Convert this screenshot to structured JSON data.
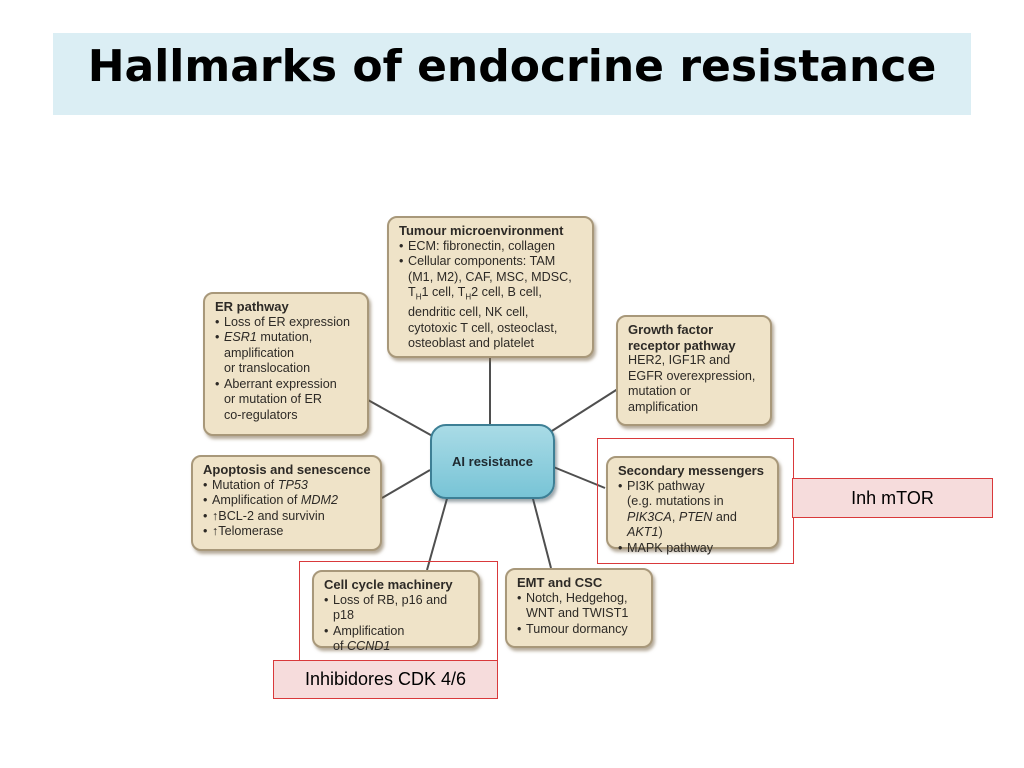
{
  "title": "Hallmarks of endocrine resistance",
  "diagram": {
    "center": "AI resistance",
    "tumour": {
      "title": "Tumour microenvironment",
      "ecm": "ECM: fibronectin, collagen",
      "cell_l1": "Cellular components: TAM",
      "cell_l2": "(M1, M2), CAF, MSC, MDSC,",
      "cell_l3a": "T",
      "cell_l3_sub1": "H",
      "cell_l3b": "1 cell, T",
      "cell_l3_sub2": "H",
      "cell_l3c": "2 cell, B cell,",
      "cell_l4": "dendritic cell, NK cell,",
      "cell_l5": "cytotoxic T cell, osteoclast,",
      "cell_l6": "osteoblast and platelet"
    },
    "er": {
      "title": "ER pathway",
      "b1": "Loss of ER expression",
      "b2_italic": "ESR1",
      "b2_rest": " mutation,",
      "b2_l2": "amplification",
      "b2_l3": "or translocation",
      "b3_l1": "Aberrant expression",
      "b3_l2": "or mutation of ER",
      "b3_l3": "co-regulators"
    },
    "growth": {
      "title_l1": "Growth factor",
      "title_l2": "receptor pathway",
      "l1": "HER2, IGF1R and",
      "l2": "EGFR overexpression,",
      "l3": "mutation or",
      "l4": "amplification"
    },
    "apoptosis": {
      "title": "Apoptosis and senescence",
      "b1_text": "Mutation of ",
      "b1_italic": "TP53",
      "b2_text": "Amplification of ",
      "b2_italic": "MDM2",
      "arrow": "↑",
      "b3": "BCL-2 and survivin",
      "b4": "Telomerase"
    },
    "secondary": {
      "title": "Secondary messengers",
      "b1": "PI3K pathway",
      "b1_l2": "(e.g. mutations in",
      "b1_l3_i1": "PIK3CA",
      "b1_l3_t1": ", ",
      "b1_l3_i2": "PTEN",
      "b1_l3_t2": " and ",
      "b1_l3_i3": "AKT1",
      "b1_l3_t3": ")",
      "b2": "MAPK pathway"
    },
    "cellcycle": {
      "title": "Cell cycle machinery",
      "b1": "Loss of RB, p16 and p18",
      "b2": "Amplification",
      "b2_l2_text": "of ",
      "b2_l2_italic": "CCND1"
    },
    "emt": {
      "title": "EMT and CSC",
      "b1": "Notch, Hedgehog,",
      "b1_l2": "WNT and TWIST1",
      "b2": "Tumour dormancy"
    }
  },
  "annotations": {
    "mtor": "Inh mTOR",
    "cdk": "Inhibidores CDK 4/6"
  }
}
